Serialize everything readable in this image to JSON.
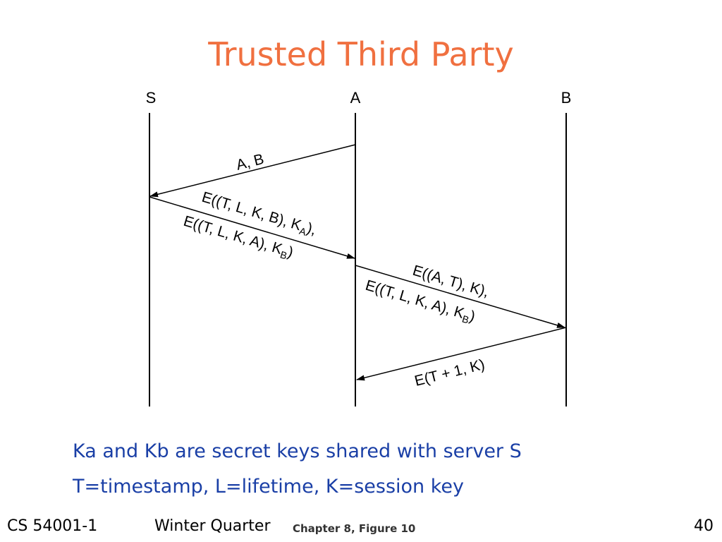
{
  "title": "Trusted Third Party",
  "participants": [
    "S",
    "A",
    "B"
  ],
  "messages": {
    "m1": "A, B",
    "m2a_pre": "E((T, L, K, B), K",
    "m2a_sub": "A",
    "m2a_post": "),",
    "m2b_pre": "E((T, L, K, A), K",
    "m2b_sub": "B",
    "m2b_post": ")",
    "m3a": "E((A, T), K),",
    "m3b_pre": "E((T, L, K, A), K",
    "m3b_sub": "B",
    "m3b_post": ")",
    "m4": "E(T + 1, K)"
  },
  "notes": [
    "Ka and Kb are secret keys shared with server S",
    "T=timestamp, L=lifetime, K=session key"
  ],
  "footer": {
    "course": "CS 54001-1",
    "term": "Winter Quarter",
    "reference": "Chapter 8, Figure 10",
    "page": "40"
  },
  "colors": {
    "title": "#F07040",
    "notes": "#1a3fa6"
  }
}
